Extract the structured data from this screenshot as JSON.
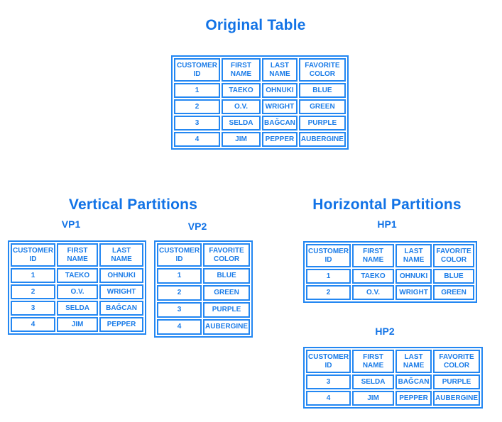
{
  "page": {
    "background": "#ffffff",
    "accent_blue": "#1273e6",
    "table_blue": "#2387f2"
  },
  "sections": {
    "original": {
      "title": "Original Table",
      "table": {
        "headers": [
          "CUSTOMER\nID",
          "FIRST\nNAME",
          "LAST\nNAME",
          "FAVORITE\nCOLOR"
        ],
        "rows": [
          [
            "1",
            "TAEKO",
            "OHNUKI",
            "BLUE"
          ],
          [
            "2",
            "O.V.",
            "WRIGHT",
            "GREEN"
          ],
          [
            "3",
            "SELDA",
            "BAĞCAN",
            "PURPLE"
          ],
          [
            "4",
            "JIM",
            "PEPPER",
            "AUBERGINE"
          ]
        ]
      }
    },
    "vertical": {
      "title": "Vertical Partitions",
      "vp1": {
        "label": "VP1",
        "headers": [
          "CUSTOMER\nID",
          "FIRST\nNAME",
          "LAST\nNAME"
        ],
        "rows": [
          [
            "1",
            "TAEKO",
            "OHNUKI"
          ],
          [
            "2",
            "O.V.",
            "WRIGHT"
          ],
          [
            "3",
            "SELDA",
            "BAĞCAN"
          ],
          [
            "4",
            "JIM",
            "PEPPER"
          ]
        ]
      },
      "vp2": {
        "label": "VP2",
        "headers": [
          "CUSTOMER\nID",
          "FAVORITE\nCOLOR"
        ],
        "rows": [
          [
            "1",
            "BLUE"
          ],
          [
            "2",
            "GREEN"
          ],
          [
            "3",
            "PURPLE"
          ],
          [
            "4",
            "AUBERGINE"
          ]
        ]
      }
    },
    "horizontal": {
      "title": "Horizontal Partitions",
      "hp1": {
        "label": "HP1",
        "headers": [
          "CUSTOMER\nID",
          "FIRST\nNAME",
          "LAST\nNAME",
          "FAVORITE\nCOLOR"
        ],
        "rows": [
          [
            "1",
            "TAEKO",
            "OHNUKI",
            "BLUE"
          ],
          [
            "2",
            "O.V.",
            "WRIGHT",
            "GREEN"
          ]
        ]
      },
      "hp2": {
        "label": "HP2",
        "headers": [
          "CUSTOMER\nID",
          "FIRST\nNAME",
          "LAST\nNAME",
          "FAVORITE\nCOLOR"
        ],
        "rows": [
          [
            "3",
            "SELDA",
            "BAĞCAN",
            "PURPLE"
          ],
          [
            "4",
            "JIM",
            "PEPPER",
            "AUBERGINE"
          ]
        ]
      }
    }
  }
}
